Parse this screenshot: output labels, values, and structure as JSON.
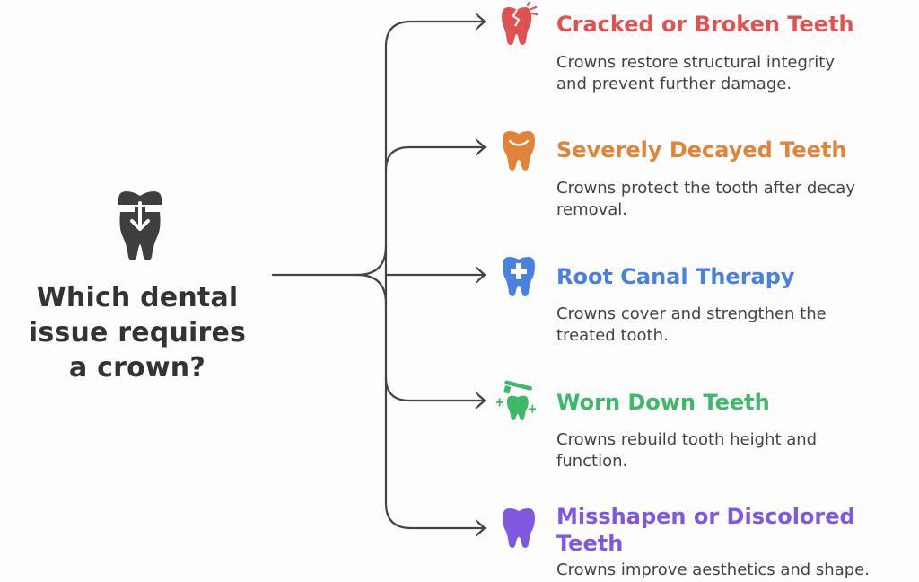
{
  "question": {
    "lines": [
      "Which dental",
      "issue requires",
      "a crown?"
    ]
  },
  "colors": {
    "connector": "#444444",
    "center_icon": "#3f3f3f"
  },
  "center_icon": "tooth-crown-icon",
  "branches": [
    {
      "title": "Cracked or Broken Teeth",
      "title2": "",
      "desc1": "Crowns restore structural integrity",
      "desc2": "and prevent further damage.",
      "icon": "cracked-tooth-icon",
      "color": "#e05252"
    },
    {
      "title": "Severely Decayed Teeth",
      "title2": "",
      "desc1": "Crowns protect the tooth after decay",
      "desc2": "removal.",
      "icon": "decayed-tooth-icon",
      "color": "#e0843a"
    },
    {
      "title": "Root Canal Therapy",
      "title2": "",
      "desc1": "Crowns cover and strengthen the",
      "desc2": "treated tooth.",
      "icon": "medical-tooth-icon",
      "color": "#4a80e0"
    },
    {
      "title": "Worn Down Teeth",
      "title2": "",
      "desc1": "Crowns rebuild tooth height and",
      "desc2": "function.",
      "icon": "brushing-tooth-icon",
      "color": "#3fb86a"
    },
    {
      "title": "Misshapen or Discolored",
      "title2": "Teeth",
      "desc1": "Crowns improve aesthetics and shape.",
      "desc2": "",
      "icon": "tooth-icon",
      "color": "#8058e0"
    }
  ]
}
